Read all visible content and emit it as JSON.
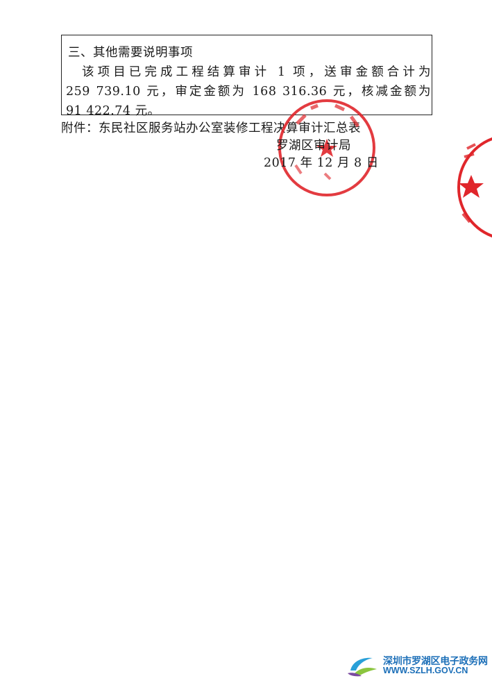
{
  "section": {
    "heading": "三、其他需要说明事项",
    "para_line1": "该项目已完成工程结算审计 1 项，送审金额合计为",
    "para_line2": "259 739.10 元，审定金额为 168 316.36 元，核减金额为",
    "para_line3": "91 422.74 元。"
  },
  "attachment": "附件：东民社区服务站办公室装修工程决算审计汇总表",
  "signature": {
    "org": "罗湖区审计局",
    "date": "2017 年 12 月 8 日"
  },
  "seal": {
    "color": "#e0262b"
  },
  "footer": {
    "site_name": "深圳市罗湖区电子政务网",
    "url": "WWW.SZLH.GOV.CN",
    "brand_color": "#1c6fb8"
  }
}
